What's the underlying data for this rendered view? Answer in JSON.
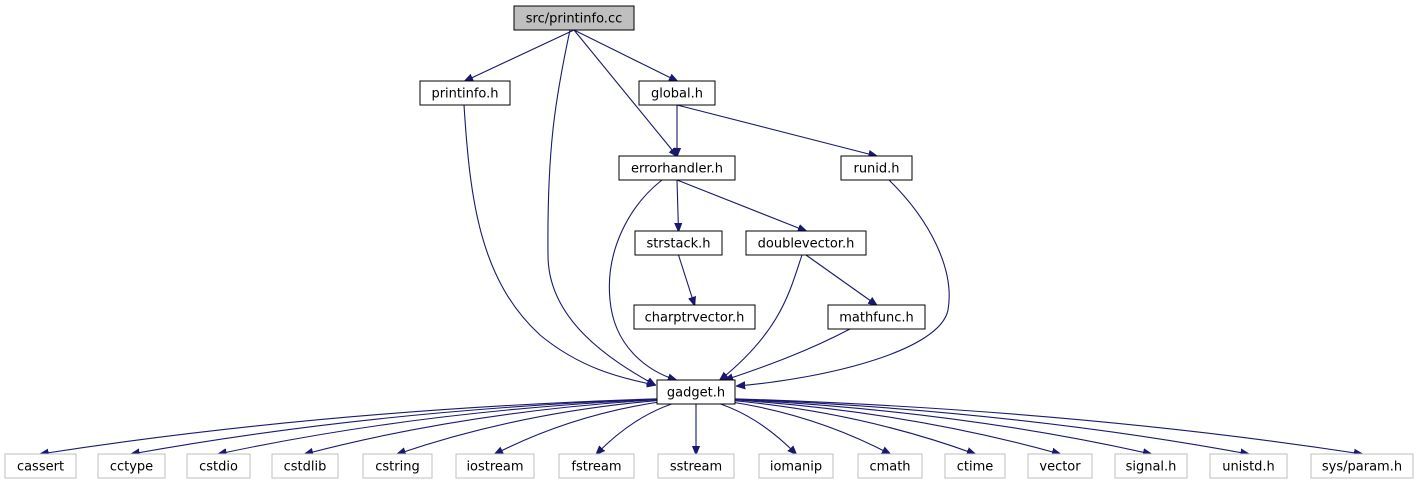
{
  "diagram": {
    "title": "",
    "colors": {
      "edge": "#191970",
      "root_fill": "#bfbfbf",
      "system_border": "#bfbfbf",
      "node_border": "#000000"
    },
    "nodes": [
      {
        "id": "root",
        "label": "src/printinfo.cc",
        "kind": "root"
      },
      {
        "id": "pinfo",
        "label": "printinfo.h",
        "kind": "file"
      },
      {
        "id": "global",
        "label": "global.h",
        "kind": "file"
      },
      {
        "id": "err",
        "label": "errorhandler.h",
        "kind": "file"
      },
      {
        "id": "runid",
        "label": "runid.h",
        "kind": "file"
      },
      {
        "id": "strst",
        "label": "strstack.h",
        "kind": "file"
      },
      {
        "id": "dvec",
        "label": "doublevector.h",
        "kind": "file"
      },
      {
        "id": "cpv",
        "label": "charptrvector.h",
        "kind": "file"
      },
      {
        "id": "mfunc",
        "label": "mathfunc.h",
        "kind": "file"
      },
      {
        "id": "gadget",
        "label": "gadget.h",
        "kind": "file"
      },
      {
        "id": "cassert",
        "label": "cassert",
        "kind": "system"
      },
      {
        "id": "cctype",
        "label": "cctype",
        "kind": "system"
      },
      {
        "id": "cstdio",
        "label": "cstdio",
        "kind": "system"
      },
      {
        "id": "cstdlib",
        "label": "cstdlib",
        "kind": "system"
      },
      {
        "id": "cstring",
        "label": "cstring",
        "kind": "system"
      },
      {
        "id": "iostream",
        "label": "iostream",
        "kind": "system"
      },
      {
        "id": "fstream",
        "label": "fstream",
        "kind": "system"
      },
      {
        "id": "sstream",
        "label": "sstream",
        "kind": "system"
      },
      {
        "id": "iomanip",
        "label": "iomanip",
        "kind": "system"
      },
      {
        "id": "cmath",
        "label": "cmath",
        "kind": "system"
      },
      {
        "id": "ctime",
        "label": "ctime",
        "kind": "system"
      },
      {
        "id": "vector",
        "label": "vector",
        "kind": "system"
      },
      {
        "id": "signal",
        "label": "signal.h",
        "kind": "system"
      },
      {
        "id": "unistd",
        "label": "unistd.h",
        "kind": "system"
      },
      {
        "id": "sysparam",
        "label": "sys/param.h",
        "kind": "system"
      }
    ],
    "edges": [
      [
        "root",
        "pinfo"
      ],
      [
        "root",
        "global"
      ],
      [
        "root",
        "err"
      ],
      [
        "root",
        "gadget"
      ],
      [
        "pinfo",
        "gadget"
      ],
      [
        "global",
        "err"
      ],
      [
        "global",
        "runid"
      ],
      [
        "err",
        "strst"
      ],
      [
        "err",
        "dvec"
      ],
      [
        "err",
        "gadget"
      ],
      [
        "runid",
        "gadget"
      ],
      [
        "strst",
        "cpv"
      ],
      [
        "dvec",
        "mfunc"
      ],
      [
        "dvec",
        "gadget"
      ],
      [
        "mfunc",
        "gadget"
      ],
      [
        "gadget",
        "cassert"
      ],
      [
        "gadget",
        "cctype"
      ],
      [
        "gadget",
        "cstdio"
      ],
      [
        "gadget",
        "cstdlib"
      ],
      [
        "gadget",
        "cstring"
      ],
      [
        "gadget",
        "iostream"
      ],
      [
        "gadget",
        "fstream"
      ],
      [
        "gadget",
        "sstream"
      ],
      [
        "gadget",
        "iomanip"
      ],
      [
        "gadget",
        "cmath"
      ],
      [
        "gadget",
        "ctime"
      ],
      [
        "gadget",
        "vector"
      ],
      [
        "gadget",
        "signal"
      ],
      [
        "gadget",
        "unistd"
      ],
      [
        "gadget",
        "sysparam"
      ]
    ]
  }
}
